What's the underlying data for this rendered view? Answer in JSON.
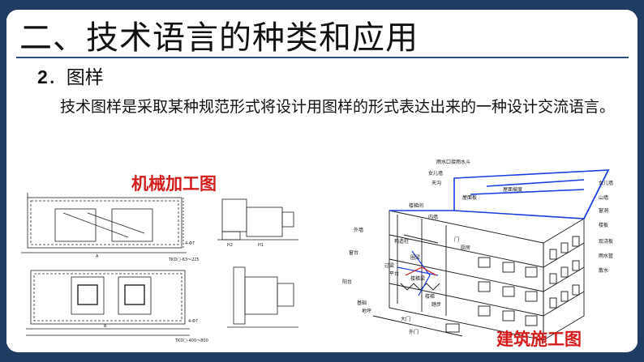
{
  "slide": {
    "title": "二、技术语言的种类和应用",
    "subheading_num": "2",
    "subheading_text": "图样",
    "paragraph": "技术图样是采取某种规范形式将设计用图样的形式表达出来的一种设计交流语言。",
    "caption_mechanical": "机械加工图",
    "caption_building": "建筑施工图"
  },
  "mechanical_drawing": {
    "labels": {
      "a1": "A",
      "b1": "B",
      "h1": "H1",
      "h2": "H2",
      "dim1": "4-Φ7",
      "dim2": "4-Φ7",
      "model1": "TKD□-63～225",
      "model2": "TKD□-400～800"
    }
  },
  "building_drawing": {
    "labels": {
      "roof_drain": "雨水口接雨水斗",
      "parapet1": "女儿墙",
      "parapet2": "女儿墙",
      "gutter": "天沟",
      "roof_slope": "屋面坡度",
      "roof_board": "屋面板",
      "wall": "山墙",
      "window_top": "窗洞",
      "stair_room": "楼梯间",
      "floor_slab": "楼板",
      "skylight": "窗台",
      "inner_wall": "内墙",
      "outer_wall": "外墙",
      "gate": "门",
      "beam": "圈梁",
      "col": "构造柱",
      "lintel": "过梁",
      "stair_beam": "楼梯梁",
      "platform": "平台",
      "stair": "楼梯",
      "foundation": "基础",
      "door": "大门",
      "drain_pipe": "雨水管",
      "eave": "散水",
      "balcony": "阳台",
      "floor": "地坪",
      "step": "踏步",
      "slab": "现浇板",
      "kitchen": "厨房",
      "outer_door": "外门"
    }
  },
  "colors": {
    "frame": "#1f3d63",
    "caption": "#d41c1c",
    "highlight": "#1a3de0"
  }
}
